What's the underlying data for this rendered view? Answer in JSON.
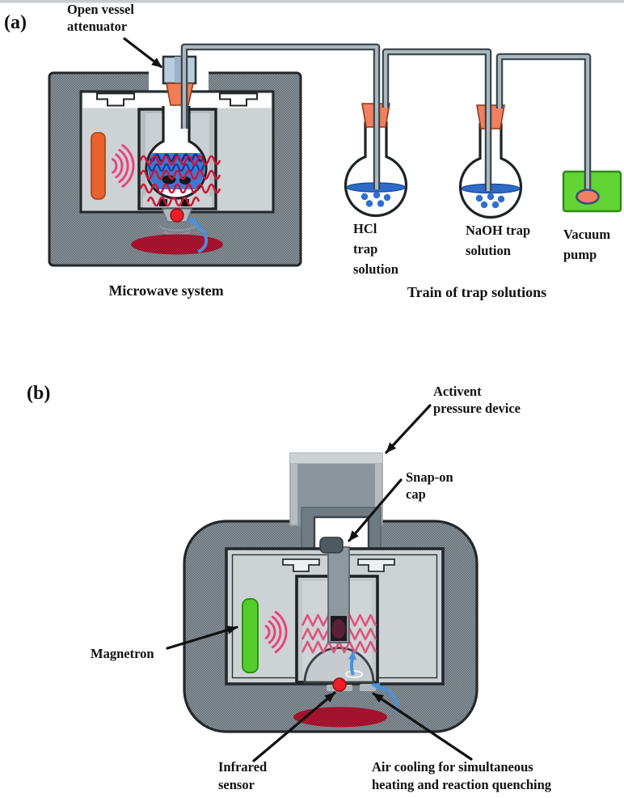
{
  "figure": {
    "panel_a": {
      "tag": "(a)",
      "attenuator_label": {
        "line1": "Open vessel",
        "line2": "attenuator"
      },
      "microwave_caption": "Microwave system",
      "train_caption": "Train of trap solutions",
      "hcl_label": {
        "line1": "HCl",
        "line2": "trap",
        "line3": "solution"
      },
      "naoh_label": {
        "line1": "NaOH trap",
        "line2": "solution"
      },
      "pump_label": {
        "line1": "Vacuum",
        "line2": "pump"
      }
    },
    "panel_b": {
      "tag": "(b)",
      "pressure_label": {
        "line1": "Activent",
        "line2": "pressure device"
      },
      "cap_label": {
        "line1": "Snap-on",
        "line2": "cap"
      },
      "magnetron_label": "Magnetron",
      "infrared_label": {
        "line1": "Infrared",
        "line2": "sensor"
      },
      "air_label": {
        "line1": "Air cooling for simultaneous",
        "line2": "heating and reaction quenching"
      }
    },
    "colors": {
      "housing_gray": "#939ea4",
      "housing_dot": "#5d676d",
      "cavity_gray": "#cdd2d4",
      "magnetron_a": "#e8622d",
      "magnetron_b": "#55cc2d",
      "stopper_orange": "#f08060",
      "liquid_blue": "#3a79d4",
      "microwave_red": "#ce1536",
      "wave_pink": "#e8457a",
      "arrow_blue": "#4a90d8",
      "sensor_red": "#ee1c25",
      "pump_green": "#62d435",
      "cooling_red": "#c21534"
    }
  }
}
